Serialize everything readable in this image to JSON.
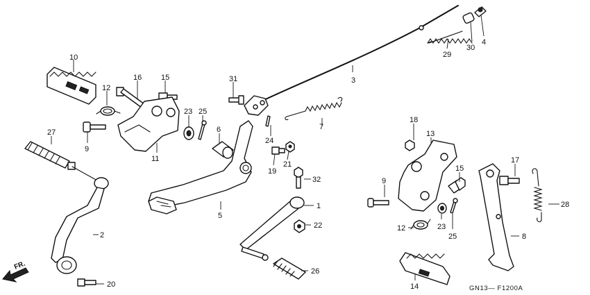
{
  "callouts": {
    "p1": "1",
    "p2": "2",
    "p3": "3",
    "p4": "4",
    "p5": "5",
    "p6": "6",
    "p7": "7",
    "p8": "8",
    "p9a": "9",
    "p9b": "9",
    "p10": "10",
    "p11": "11",
    "p12a": "12",
    "p12b": "12",
    "p13": "13",
    "p14": "14",
    "p15a": "15",
    "p15b": "15",
    "p16": "16",
    "p17": "17",
    "p18": "18",
    "p19": "19",
    "p20": "20",
    "p21": "21",
    "p22": "22",
    "p23a": "23",
    "p23b": "23",
    "p24": "24",
    "p25a": "25",
    "p25b": "25",
    "p26": "26",
    "p27": "27",
    "p28": "28",
    "p29": "29",
    "p30": "30",
    "p31": "31",
    "p32": "32"
  },
  "direction_label": "FR.",
  "diagram_code": "GN13— F1200A"
}
